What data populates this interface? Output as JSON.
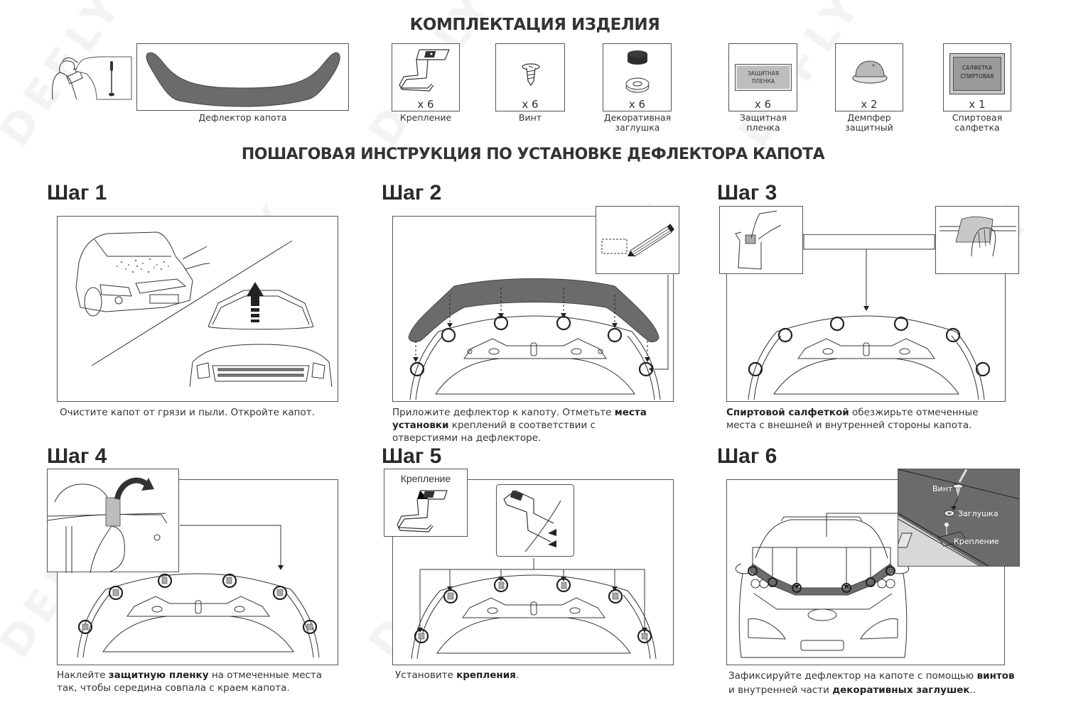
{
  "header": {
    "kit_title": "КОМПЛЕКТАЦИЯ ИЗДЕЛИЯ",
    "instruction_title": "ПОШАГОВАЯ ИНСТРУКЦИЯ ПО УСТАНОВКЕ ДЕФЛЕКТОРА КАПОТА"
  },
  "watermark": "DEFLY",
  "kit": {
    "tools_icon": "mechanic-with-screwdriver-icon",
    "items": [
      {
        "name": "Дефлектор капота",
        "qty": "",
        "icon": "hood-deflector-icon"
      },
      {
        "name": "Крепление",
        "qty": "x 6",
        "icon": "mounting-clip-icon"
      },
      {
        "name": "Винт",
        "qty": "x 6",
        "icon": "screw-icon"
      },
      {
        "name_line1": "Декоративная",
        "name_line2": "заглушка",
        "qty": "x 6",
        "icon": "decorative-cap-icon"
      },
      {
        "name_line1": "Защитная",
        "name_line2": "пленка",
        "qty": "x 6",
        "icon": "protective-film-icon",
        "inner_line1": "ЗАЩИТНАЯ",
        "inner_line2": "ПЛЕНКА"
      },
      {
        "name_line1": "Демпфер",
        "name_line2": "защитный",
        "qty": "x 2",
        "icon": "damper-icon"
      },
      {
        "name_line1": "Спиртовая",
        "name_line2": "салфетка",
        "qty": "x 1",
        "icon": "alcohol-wipe-icon",
        "inner_line1": "САЛФЕТКА",
        "inner_line2": "СПИРТОВАЯ"
      }
    ]
  },
  "steps": [
    {
      "heading": "Шаг 1",
      "caption_parts": [
        "Очистите капот от грязи и пыли. Откройте капот."
      ],
      "icons": [
        "dirty-car-icon",
        "open-hood-icon",
        "up-arrow-icon"
      ]
    },
    {
      "heading": "Шаг 2",
      "caption_parts": [
        "Приложите дефлектор к капоту. Отметьте ",
        "места установки",
        " креплений в соответствии с отверстиями на дефлекторе."
      ],
      "icons": [
        "marker-icon",
        "deflector-on-hood-icon"
      ]
    },
    {
      "heading": "Шаг 3",
      "caption_parts": [
        "Спиртовой салфеткой",
        " обезжирьте отмеченные места с внешней и внутренней стороны капота."
      ],
      "icons": [
        "open-wipe-packet-icon",
        "wiping-hand-icon",
        "hood-frame-icon"
      ]
    },
    {
      "heading": "Шаг 4",
      "caption_parts": [
        "Наклейте ",
        "защитную пленку",
        " на отмеченные места так, чтобы середина совпала с краем капота."
      ],
      "icons": [
        "applying-film-hands-icon",
        "curved-arrow-icon",
        "hood-frame-icon"
      ]
    },
    {
      "heading": "Шаг 5",
      "caption_parts": [
        "Установите ",
        "крепления",
        "."
      ],
      "inset_label": "Крепление",
      "icons": [
        "mounting-clip-icon",
        "clip-on-edge-icon",
        "hood-frame-icon"
      ]
    },
    {
      "heading": "Шаг 6",
      "caption_parts": [
        "Зафиксируйте дефлектор на капоте с помощью ",
        "винтов",
        " и внутренней части ",
        "декоративных заглушек",
        ".."
      ],
      "detail_labels": {
        "screw": "Винт",
        "cap": "Заглушка",
        "clip": "Крепление"
      },
      "icons": [
        "car-front-icon",
        "installation-detail-icon"
      ]
    }
  ],
  "colors": {
    "text": "#333333",
    "deflector": "#6b6b6b",
    "border": "#555555",
    "film": "#bdbdbd"
  }
}
